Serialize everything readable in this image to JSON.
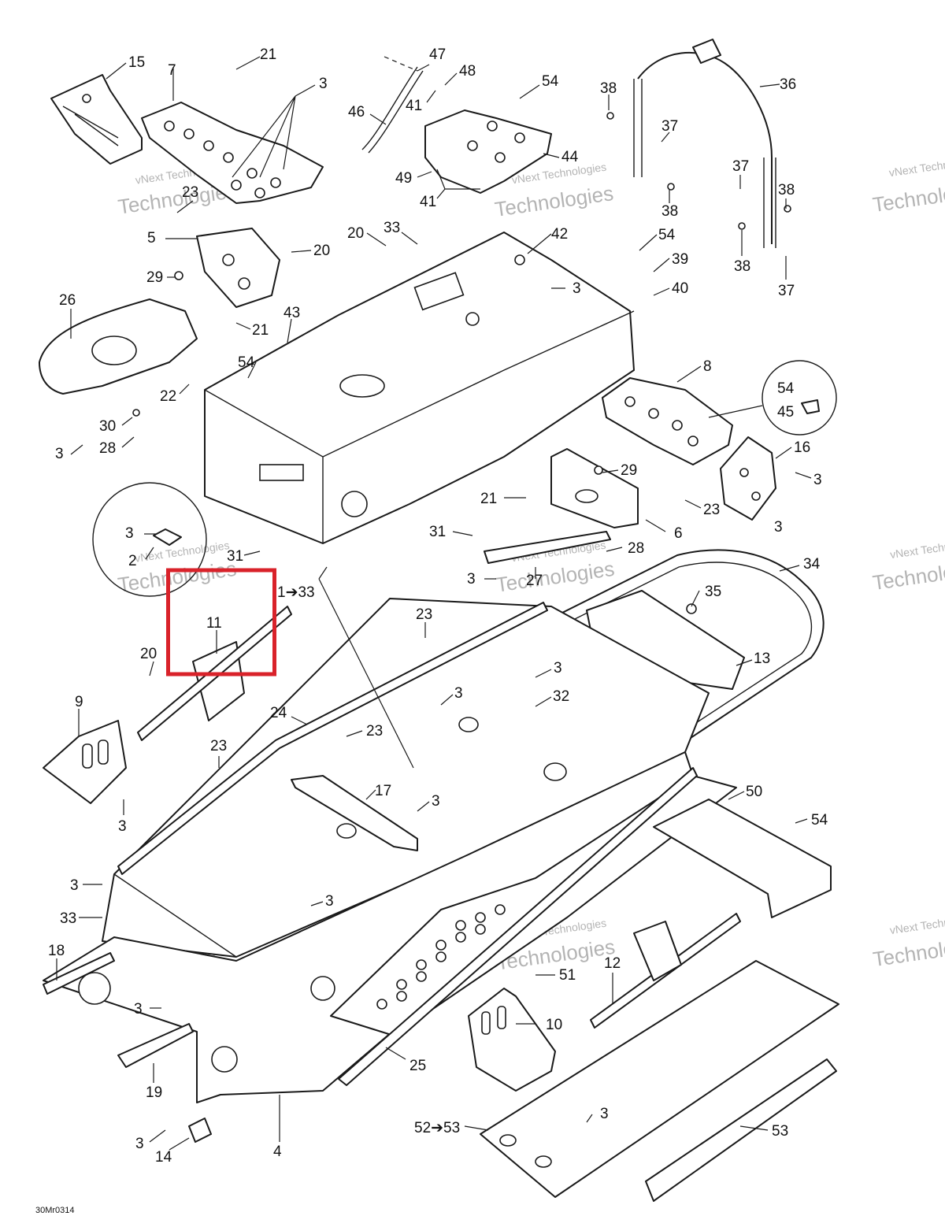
{
  "figure_code": "30Mr0314",
  "highlight_color": "#d9222a",
  "watermark": {
    "line1": "vNext Technologies",
    "line2": "Technologies"
  },
  "callouts": {
    "c15": "15",
    "c21a": "21",
    "c3a": "3",
    "c7": "7",
    "c47": "47",
    "c48": "48",
    "c54a": "54",
    "c46": "46",
    "c41a": "41",
    "c44": "44",
    "c49": "49",
    "c41b": "41",
    "c36": "36",
    "c38a": "38",
    "c37a": "37",
    "c38b": "38",
    "c37b": "37",
    "c38c": "38",
    "c38d": "38",
    "c37c": "37",
    "c23a": "23",
    "c5": "5",
    "c20a": "20",
    "c21b": "21",
    "c29a": "29",
    "c26": "26",
    "c20b": "20",
    "c33a": "33",
    "c42": "42",
    "c54b": "54",
    "c39": "39",
    "c3b": "3",
    "c40": "40",
    "c43": "43",
    "c54c": "54",
    "c8": "8",
    "c22": "22",
    "c54d": "54",
    "c45": "45",
    "c30": "30",
    "c28a": "28",
    "c3c": "3",
    "c16": "16",
    "c3d": "3",
    "c29b": "29",
    "c21c": "21",
    "c23b": "23",
    "c3e": "3",
    "c6": "6",
    "c31a": "31",
    "c28b": "28",
    "c3f": "3",
    "c2": "2",
    "c31b": "31",
    "c27": "27",
    "c3g": "3",
    "c34": "34",
    "c35": "35",
    "c1to33": "1➔33",
    "c11": "11",
    "c23c": "23",
    "c20c": "20",
    "c13": "13",
    "c3h": "3",
    "c3i": "3",
    "c32": "32",
    "c9": "9",
    "c24": "24",
    "c23d": "23",
    "c23e": "23",
    "c17": "17",
    "c3j": "3",
    "c50": "50",
    "c54e": "54",
    "c3k": "3",
    "c3l": "3",
    "c33b": "33",
    "c18": "18",
    "c51": "51",
    "c12": "12",
    "c3m": "3",
    "c10": "10",
    "c19": "19",
    "c25": "25",
    "c3n": "3",
    "c52to53": "52➔53",
    "c3o": "3",
    "c53": "53",
    "c14": "14",
    "c4": "4"
  }
}
